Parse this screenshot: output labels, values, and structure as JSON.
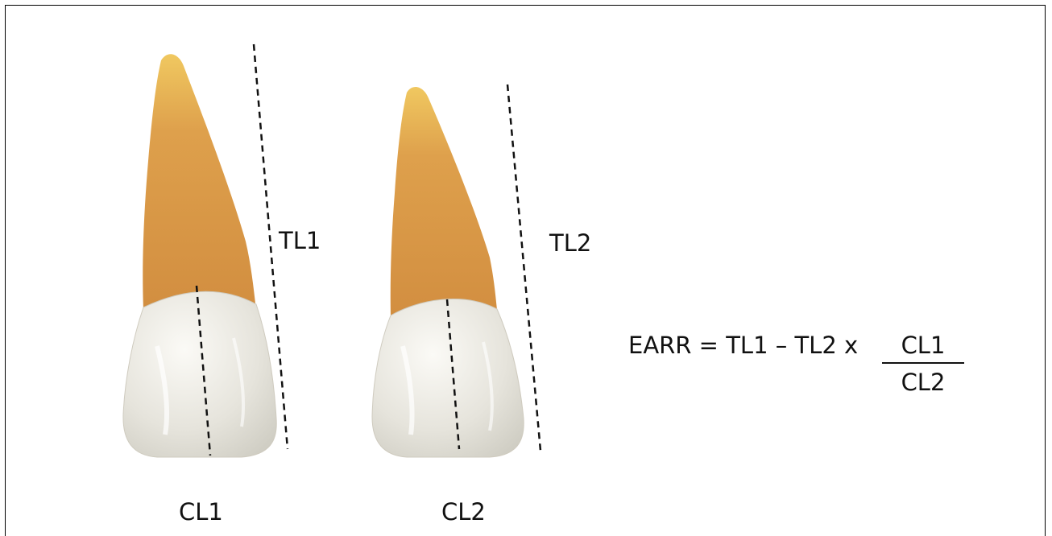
{
  "labels": {
    "tl1": "TL1",
    "tl2": "TL2",
    "cl1": "CL1",
    "cl2": "CL2"
  },
  "formula": {
    "lhs": "EARR = TL1 – TL2 x",
    "numerator": "CL1",
    "denominator": "CL2"
  },
  "colors": {
    "root": "#d9963f",
    "root_tip": "#e8b64a",
    "crown": "#e7e6df",
    "line": "#111111"
  }
}
